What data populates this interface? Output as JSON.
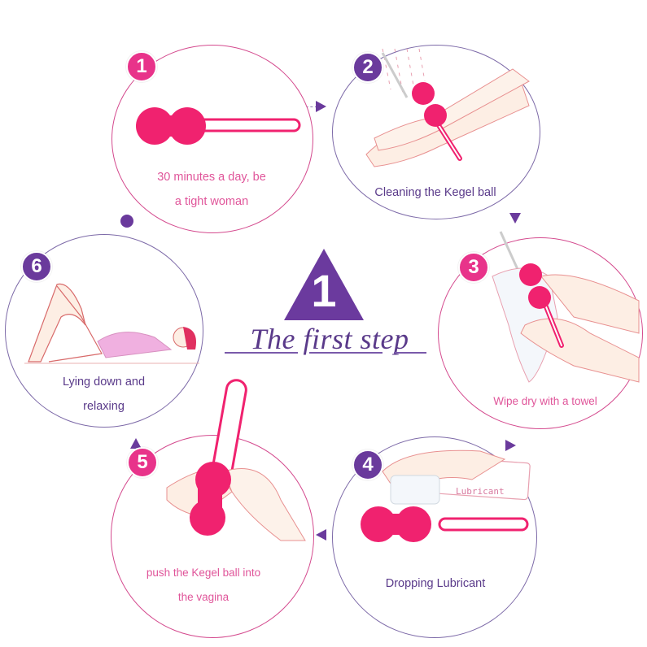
{
  "title": {
    "step_number": "1",
    "text": "The first step"
  },
  "colors": {
    "pink": "#e8338a",
    "purple": "#6a3a9c",
    "kegel_ball": "#f0226f"
  },
  "steps": [
    {
      "number": "1",
      "caption_line1": "30 minutes a day, be",
      "caption_line2": "a tight woman",
      "badge_color": "pink",
      "illustration": "kegel-balls-horizontal"
    },
    {
      "number": "2",
      "caption_line1": "Cleaning the Kegel ball",
      "caption_line2": "",
      "badge_color": "purple",
      "illustration": "washing-hands-with-kegel-ball"
    },
    {
      "number": "3",
      "caption_line1": "Wipe dry with a towel",
      "caption_line2": "",
      "badge_color": "pink",
      "illustration": "towel-drying-kegel-ball"
    },
    {
      "number": "4",
      "caption_line1": "Dropping Lubricant",
      "caption_line2": "",
      "badge_color": "purple",
      "illustration": "lubricant-bottle-and-kegel-balls",
      "bottle_label": "Lubricant"
    },
    {
      "number": "5",
      "caption_line1": "push the Kegel ball into",
      "caption_line2": "the vagina",
      "badge_color": "pink",
      "illustration": "hand-holding-kegel-ball"
    },
    {
      "number": "6",
      "caption_line1": "Lying down and",
      "caption_line2": "relaxing",
      "badge_color": "purple",
      "illustration": "woman-lying-down"
    }
  ]
}
